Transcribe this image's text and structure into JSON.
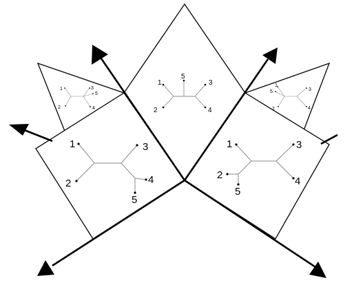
{
  "diagram": {
    "colors": {
      "ink": "#000000",
      "tree_edges": "#8a8a8a",
      "background": "#ffffff"
    },
    "trees": {
      "top_center": {
        "labels": [
          "1",
          "2",
          "3",
          "4",
          "5"
        ]
      },
      "left_large": {
        "labels": [
          "1",
          "2",
          "3",
          "4",
          "5"
        ]
      },
      "right_large": {
        "labels": [
          "1",
          "2",
          "3",
          "4",
          "5"
        ]
      },
      "left_small": {
        "labels": [
          "1",
          "2",
          "3",
          "4",
          "5"
        ]
      },
      "right_small": {
        "labels": [
          "1",
          "2",
          "3",
          "4",
          "5"
        ]
      }
    }
  }
}
